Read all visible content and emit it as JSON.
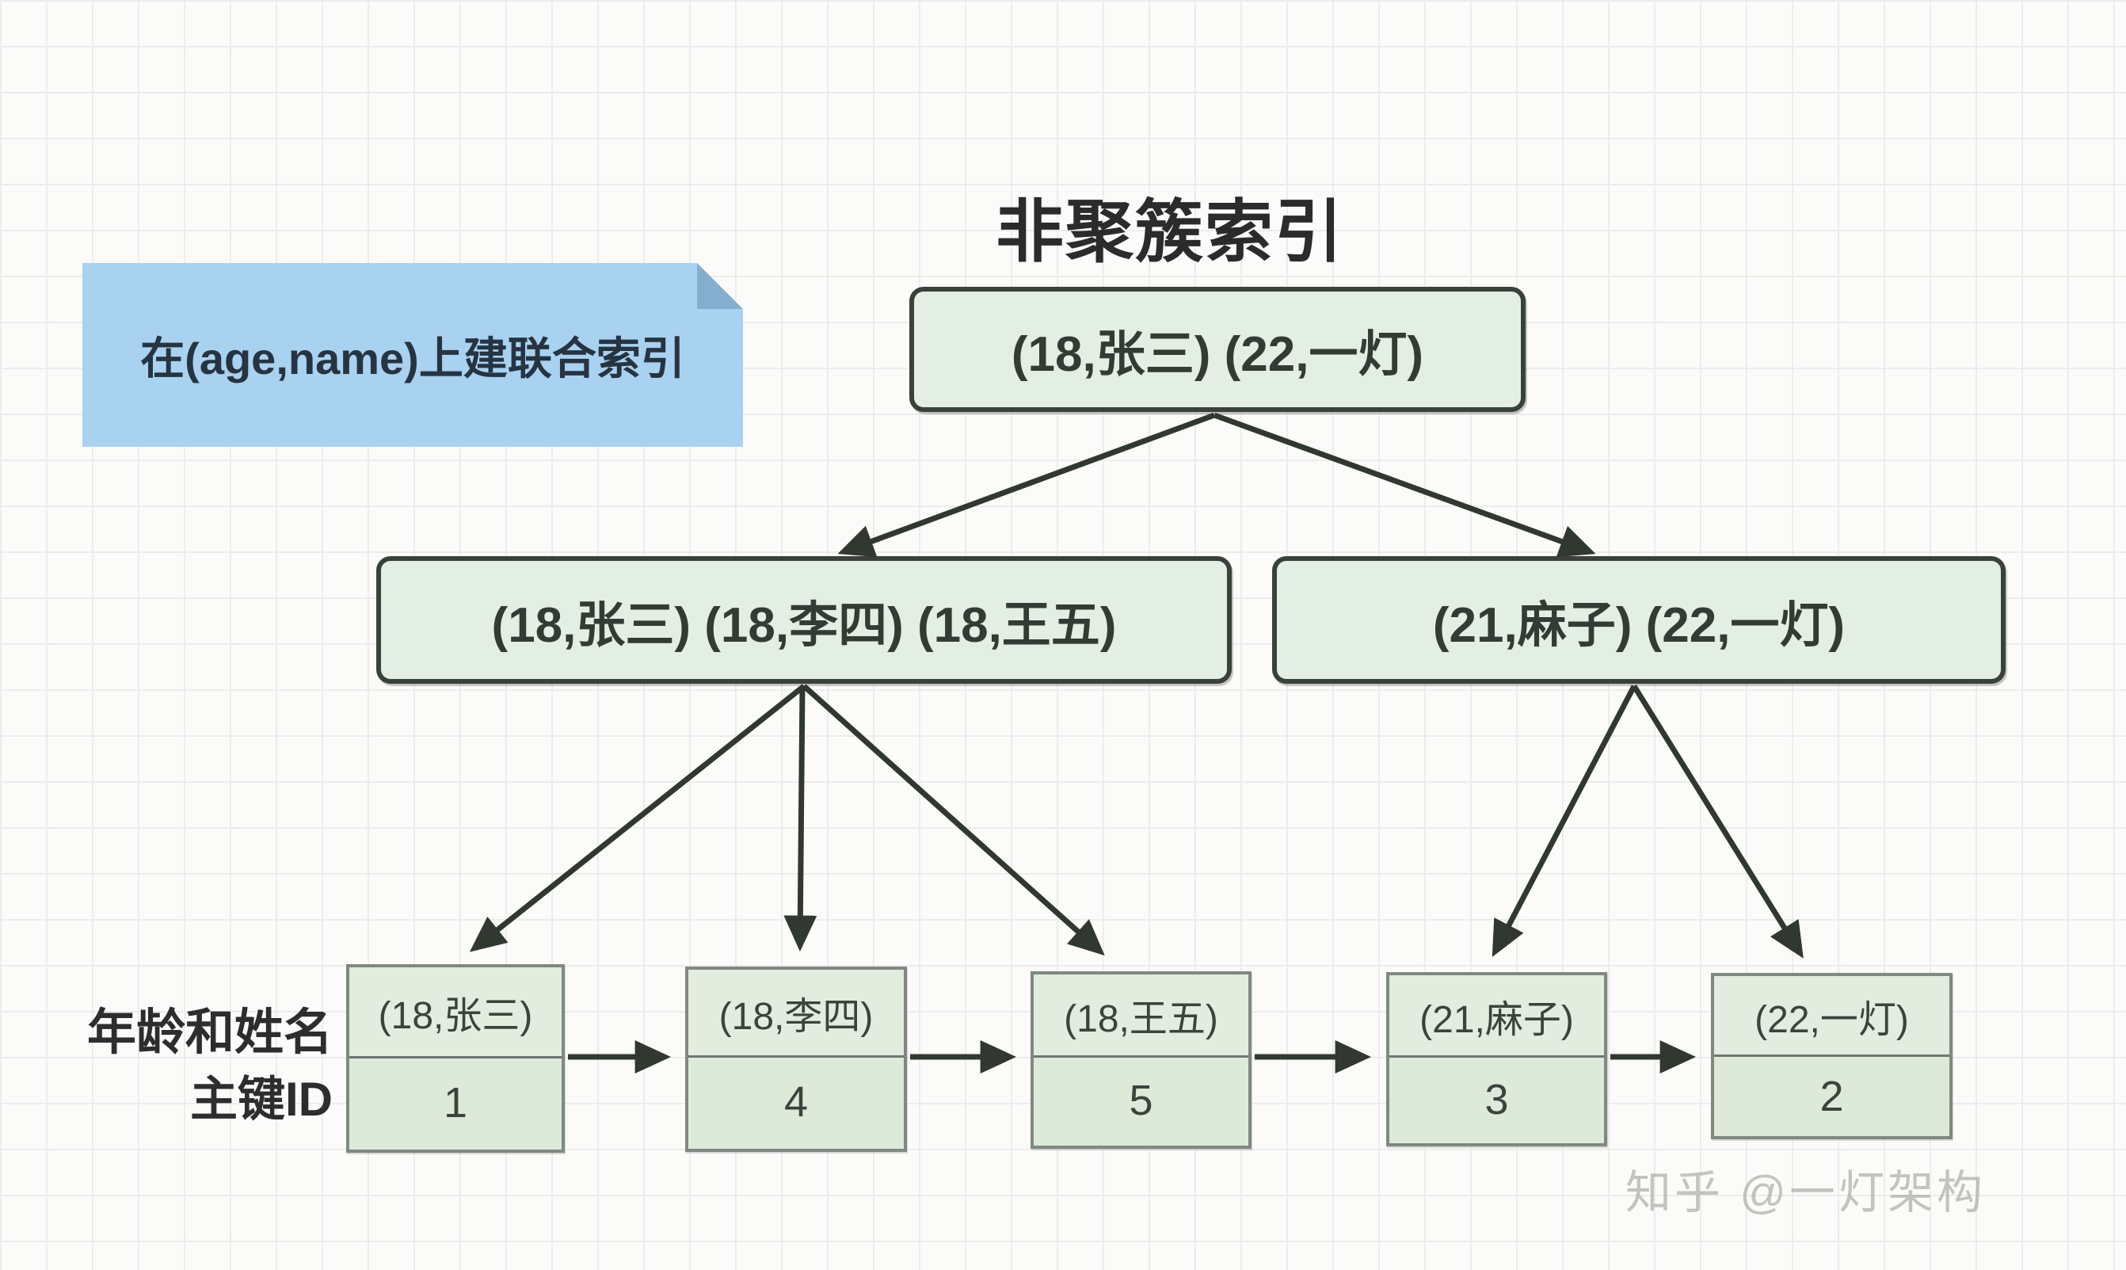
{
  "title": "非聚簇索引",
  "note": {
    "text": "在(age,name)上建联合索引"
  },
  "tree": {
    "root": {
      "label": "(18,张三) (22,一灯)"
    },
    "internal_left": {
      "label": "(18,张三) (18,李四) (18,王五)"
    },
    "internal_right": {
      "label": "(21,麻子) (22,一灯)"
    },
    "leaves": [
      {
        "key": "(18,张三)",
        "id": "1"
      },
      {
        "key": "(18,李四)",
        "id": "4"
      },
      {
        "key": "(18,王五)",
        "id": "5"
      },
      {
        "key": "(21,麻子)",
        "id": "3"
      },
      {
        "key": "(22,一灯)",
        "id": "2"
      }
    ]
  },
  "side_label": {
    "line1": "年龄和姓名",
    "line2": "主键ID"
  },
  "watermark": "知乎 @一灯架构",
  "colors": {
    "node_fill": "#e4efe3",
    "node_border": "#39413a",
    "leaf_fill_top": "#e2ecdf",
    "leaf_fill_bottom": "#dde9d9",
    "leaf_border": "#7f8982",
    "note_fill": "#a9d2f0",
    "note_fold": "#84add0",
    "arrow": "#30382f",
    "grid_line": "#ececec",
    "background": "#fbfbf9"
  }
}
